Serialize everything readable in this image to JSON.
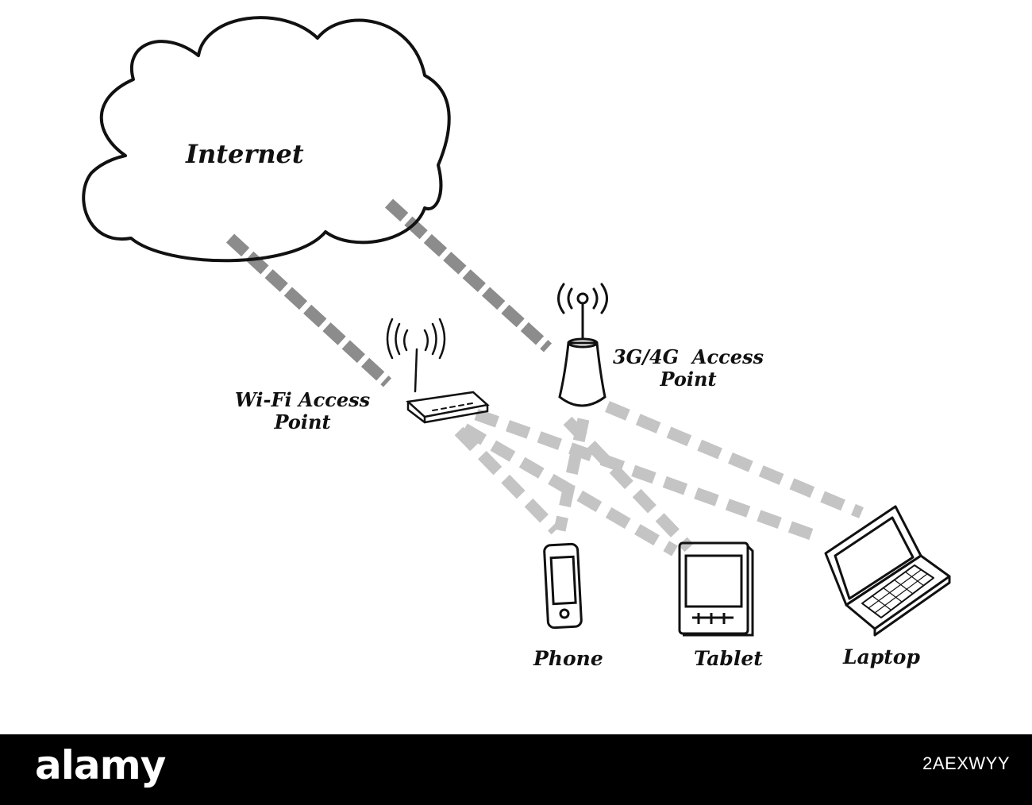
{
  "diagram": {
    "cloud": {
      "label": "Internet",
      "icon": "cloud-icon"
    },
    "wifi_access_point": {
      "label_line1": "Wi-Fi Access",
      "label_line2": "Point",
      "icon": "wifi-router-icon"
    },
    "cellular_access_point": {
      "label_line1": "3G/4G  Access",
      "label_line2": "Point",
      "icon": "cell-tower-icon"
    },
    "devices": [
      {
        "label": "Phone",
        "icon": "phone-icon"
      },
      {
        "label": "Tablet",
        "icon": "tablet-icon"
      },
      {
        "label": "Laptop",
        "icon": "laptop-icon"
      }
    ],
    "connections": [
      {
        "from": "Internet",
        "to": "Wi-Fi Access Point"
      },
      {
        "from": "Internet",
        "to": "3G/4G Access Point"
      },
      {
        "from": "Wi-Fi Access Point",
        "to": "Phone"
      },
      {
        "from": "Wi-Fi Access Point",
        "to": "Tablet"
      },
      {
        "from": "Wi-Fi Access Point",
        "to": "Laptop"
      },
      {
        "from": "3G/4G Access Point",
        "to": "Phone"
      },
      {
        "from": "3G/4G Access Point",
        "to": "Tablet"
      },
      {
        "from": "3G/4G Access Point",
        "to": "Laptop"
      }
    ],
    "colors": {
      "ink": "#111111",
      "uplink": "#8c8c8c",
      "wireless": "#c4c4c4"
    }
  },
  "footer": {
    "brand": "alamy",
    "stock_id": "2AEXWYY",
    "background": "#000000"
  }
}
